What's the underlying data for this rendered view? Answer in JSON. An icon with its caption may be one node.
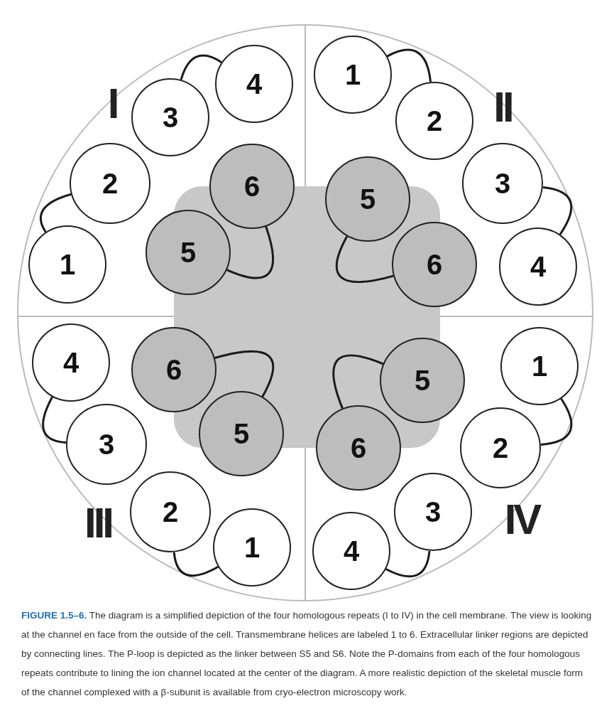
{
  "diagram": {
    "caption": "**FIGURE 1.5–6.** The diagram is a simplified depiction of the four homologous repeats (I to IV) in the cell membrane. The view is looking at the channel en face from the outside of the cell. Transmembrane helices are labeled 1 to 6. Extracellular linker regions are depicted by connecting lines. The P-loop is depicted as the linker between S5 and S6. Note the P-domains from each of the four homologous repeats contribute to lining the ion channel located at the center of the diagram. A more realistic depiction of the skeletal muscle form of the channel complexed with a β-subunit is available from cryo-electron microscopy work.",
    "nodes": [
      {
        "text": [
          "1"
        ]
      },
      {
        "text": [
          "2"
        ]
      },
      {
        "text": [
          "3"
        ]
      },
      {
        "text": [
          "4"
        ]
      },
      {
        "text": [
          "5"
        ]
      },
      {
        "text": [
          "6"
        ]
      },
      {
        "text": [
          "1"
        ]
      },
      {
        "text": [
          "2"
        ]
      },
      {
        "text": [
          "3"
        ]
      },
      {
        "text": [
          "4"
        ]
      },
      {
        "text": [
          "5"
        ]
      },
      {
        "text": [
          "6"
        ]
      },
      {
        "text": [
          "1"
        ]
      },
      {
        "text": [
          "2"
        ]
      },
      {
        "text": [
          "3"
        ]
      },
      {
        "text": [
          "4"
        ]
      },
      {
        "text": [
          "5"
        ]
      },
      {
        "text": [
          "6"
        ]
      },
      {
        "text": [
          "1"
        ]
      },
      {
        "text": [
          "2"
        ]
      },
      {
        "text": [
          "3"
        ]
      },
      {
        "text": [
          "4"
        ]
      },
      {
        "text": [
          "5"
        ]
      },
      {
        "text": [
          "6"
        ]
      }
    ],
    "edges": [
      {
        "from": 0,
        "to": 1,
        "arrow": "none"
      },
      {
        "from": 2,
        "to": 3,
        "arrow": "none"
      },
      {
        "from": 4,
        "to": 5,
        "arrow": "none"
      },
      {
        "from": 6,
        "to": 7,
        "arrow": "none"
      },
      {
        "from": 8,
        "to": 9,
        "arrow": "none"
      },
      {
        "from": 10,
        "to": 11,
        "arrow": "none"
      },
      {
        "from": 12,
        "to": 13,
        "arrow": "none"
      },
      {
        "from": 14,
        "to": 15,
        "arrow": "none"
      },
      {
        "from": 16,
        "to": 17,
        "arrow": "none"
      },
      {
        "from": 18,
        "to": 19,
        "arrow": "none"
      },
      {
        "from": 20,
        "to": 21,
        "arrow": "none"
      },
      {
        "from": 22,
        "to": 23,
        "arrow": "none"
      }
    ],
    "labels": [
      "I",
      "II",
      "III",
      "IV"
    ]
  }
}
